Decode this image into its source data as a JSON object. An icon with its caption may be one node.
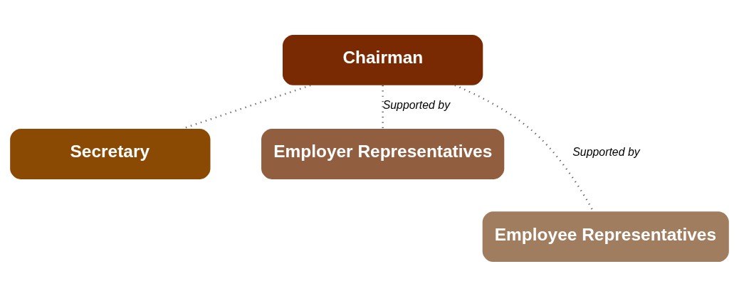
{
  "diagram": {
    "nodes": [
      {
        "text": [
          "Chairman"
        ]
      },
      {
        "text": [
          "Secretary"
        ]
      },
      {
        "text": [
          "Employer Representatives"
        ]
      },
      {
        "text": [
          "Employee Representatives"
        ]
      }
    ],
    "edges": [
      {
        "from": 0,
        "to": 1,
        "arrow": "none",
        "style": "dashed"
      },
      {
        "from": 0,
        "to": 2,
        "arrow": "none",
        "style": "dashed",
        "label": "Supported by"
      },
      {
        "from": 0,
        "to": 3,
        "arrow": "none",
        "style": "dashed",
        "label": "Supported by"
      }
    ]
  }
}
